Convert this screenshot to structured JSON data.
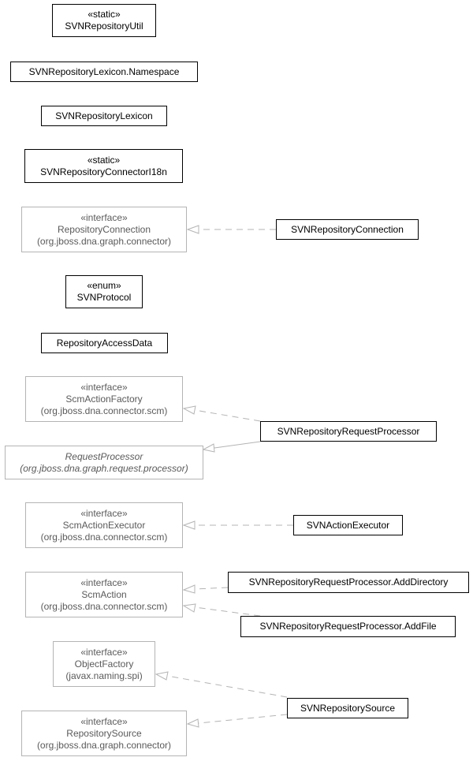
{
  "classes": {
    "svn_repository_util": {
      "stereotype": "«static»",
      "name": "SVNRepositoryUtil"
    },
    "lexicon_namespace": {
      "name": "SVNRepositoryLexicon.Namespace"
    },
    "lexicon": {
      "name": "SVNRepositoryLexicon"
    },
    "connector_i18n": {
      "stereotype": "«static»",
      "name": "SVNRepositoryConnectorI18n"
    },
    "repository_connection_iface": {
      "stereotype": "«interface»",
      "name": "RepositoryConnection",
      "package": "(org.jboss.dna.graph.connector)"
    },
    "svn_repository_connection": {
      "name": "SVNRepositoryConnection"
    },
    "svn_protocol": {
      "stereotype": "«enum»",
      "name": "SVNProtocol"
    },
    "repository_access_data": {
      "name": "RepositoryAccessData"
    },
    "scm_action_factory": {
      "stereotype": "«interface»",
      "name": "ScmActionFactory",
      "package": "(org.jboss.dna.connector.scm)"
    },
    "svn_request_processor": {
      "name": "SVNRepositoryRequestProcessor"
    },
    "request_processor": {
      "name": "RequestProcessor",
      "package": "(org.jboss.dna.graph.request.processor)"
    },
    "scm_action_executor": {
      "stereotype": "«interface»",
      "name": "ScmActionExecutor",
      "package": "(org.jboss.dna.connector.scm)"
    },
    "svn_action_executor": {
      "name": "SVNActionExecutor"
    },
    "scm_action": {
      "stereotype": "«interface»",
      "name": "ScmAction",
      "package": "(org.jboss.dna.connector.scm)"
    },
    "add_directory": {
      "name": "SVNRepositoryRequestProcessor.AddDirectory"
    },
    "add_file": {
      "name": "SVNRepositoryRequestProcessor.AddFile"
    },
    "object_factory": {
      "stereotype": "«interface»",
      "name": "ObjectFactory",
      "package": "(javax.naming.spi)"
    },
    "svn_repository_source": {
      "name": "SVNRepositorySource"
    },
    "repository_source_iface": {
      "stereotype": "«interface»",
      "name": "RepositorySource",
      "package": "(org.jboss.dna.graph.connector)"
    }
  },
  "colors": {
    "solid_border": "#000000",
    "external_border": "#b4b4b4",
    "external_text": "#5a5a5a",
    "edge": "#b4b4b4"
  }
}
